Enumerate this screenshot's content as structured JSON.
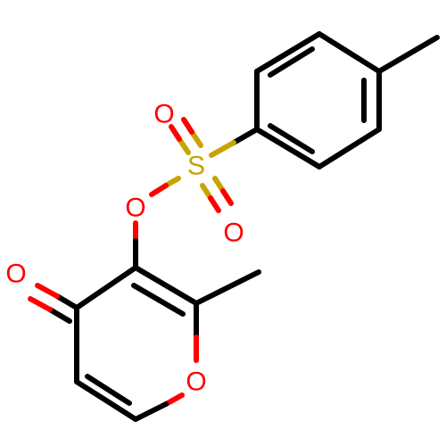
{
  "molecule": {
    "atoms": {
      "sulfur": {
        "symbol": "S",
        "color": "#c8a400"
      },
      "oxygen_sulfonyl_top": {
        "symbol": "O",
        "color": "#ff0000"
      },
      "oxygen_sulfonyl_bottom": {
        "symbol": "O",
        "color": "#ff0000"
      },
      "oxygen_ester": {
        "symbol": "O",
        "color": "#ff0000"
      },
      "oxygen_carbonyl": {
        "symbol": "O",
        "color": "#ff0000"
      },
      "oxygen_ring": {
        "symbol": "O",
        "color": "#ff0000"
      }
    }
  }
}
